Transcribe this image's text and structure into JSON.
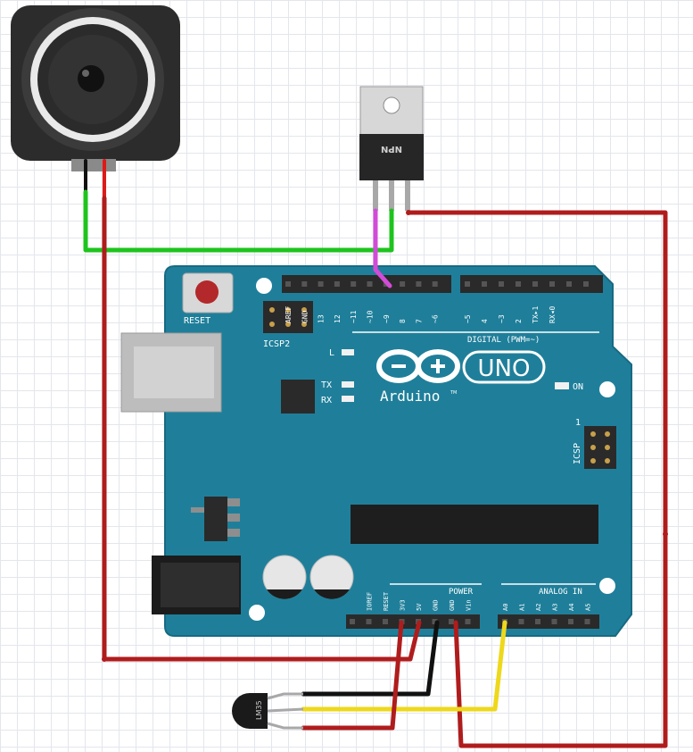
{
  "board": {
    "reset_label": "RESET",
    "icsp2_label": "ICSP2",
    "icsp_label": "ICSP",
    "icsp_pin1": "1",
    "logo_text": "Arduino",
    "logo_tm": "TM",
    "model_text": "UNO",
    "on_label": "ON",
    "led_l": "L",
    "led_tx": "TX",
    "led_rx": "RX",
    "digital_label": "DIGITAL (PWM=~)",
    "power_label": "POWER",
    "analog_label": "ANALOG IN",
    "digital_pins": [
      "AREF",
      "GND",
      "13",
      "12",
      "~11",
      "~10",
      "~9",
      "8",
      "7",
      "~6",
      "~5",
      "4",
      "~3",
      "2",
      "TX▸1",
      "RX◂0"
    ],
    "power_pins": [
      "IOREF",
      "RESET",
      "3V3",
      "5V",
      "GND",
      "GND",
      "Vin"
    ],
    "analog_pins": [
      "A0",
      "A1",
      "A2",
      "A3",
      "A4",
      "A5"
    ]
  },
  "transistor": {
    "label": "NPN"
  },
  "sensor": {
    "label": "LM35"
  },
  "colors": {
    "board": "#1f7f9a",
    "wire_red": "#b01c1c",
    "wire_green": "#1ec41e",
    "wire_yellow": "#eed81b",
    "wire_black": "#111111",
    "wire_magenta": "#d24bd8"
  }
}
